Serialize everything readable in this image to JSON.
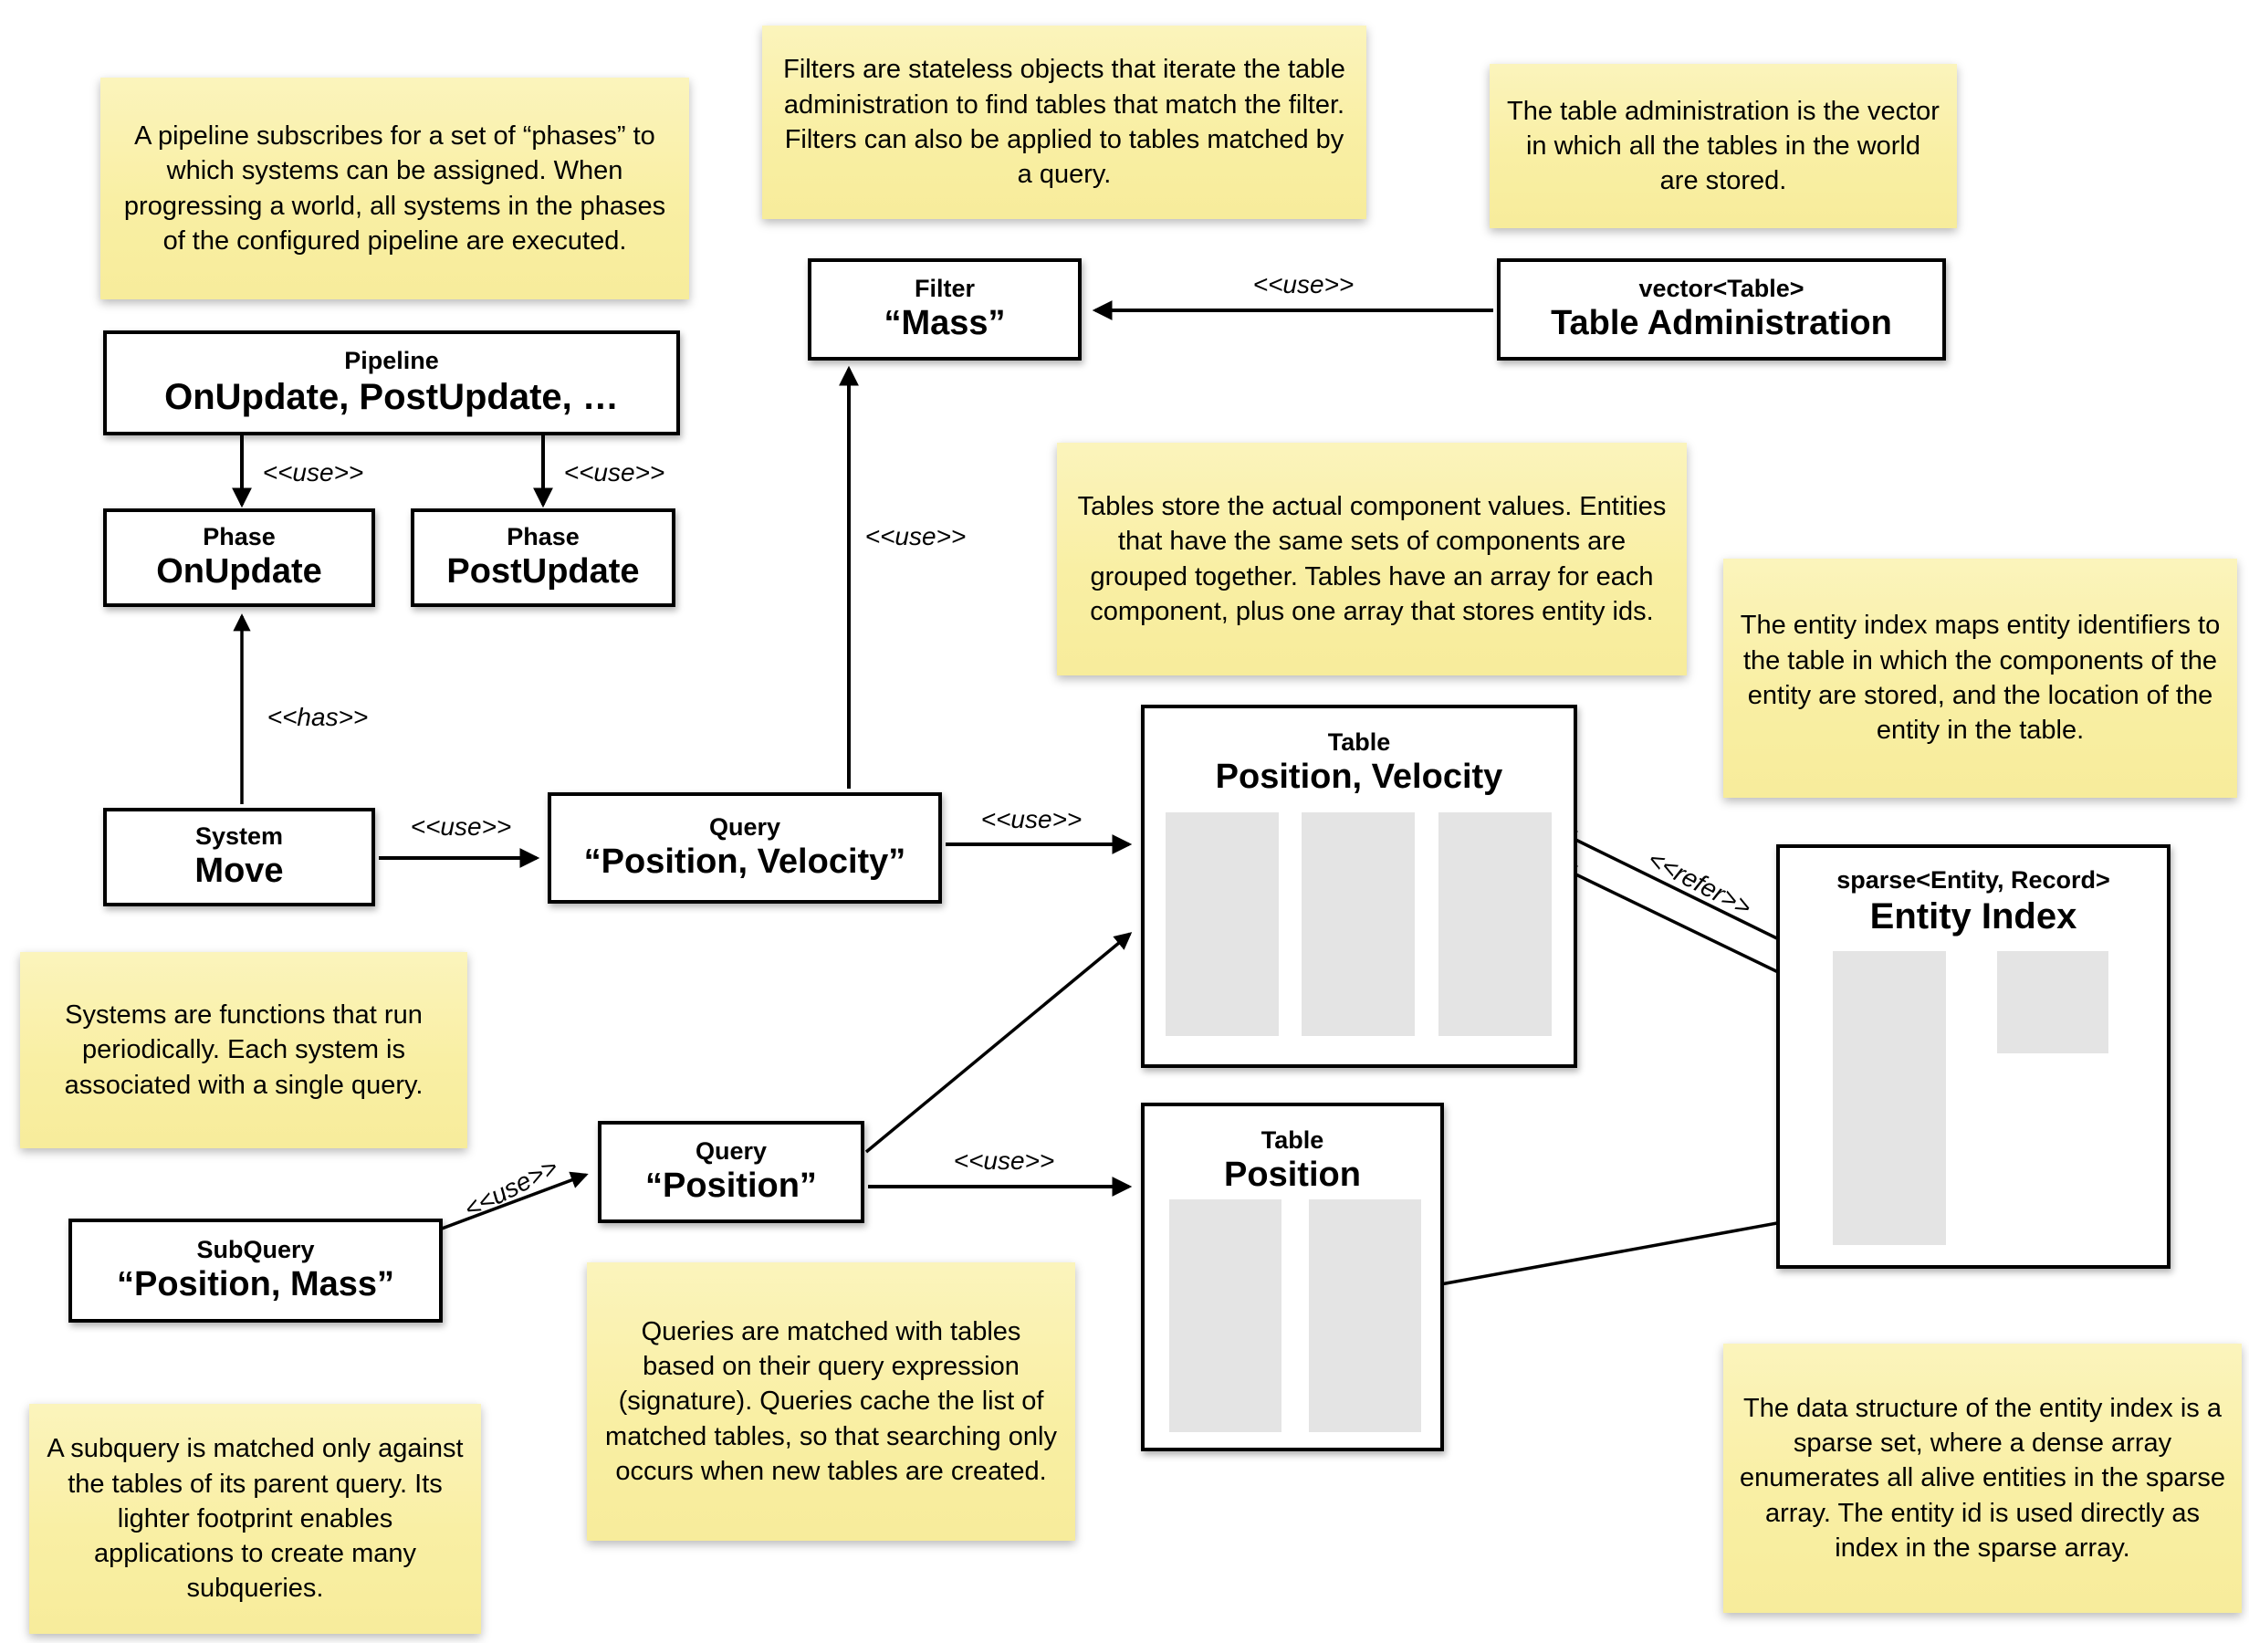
{
  "notes": {
    "pipeline": {
      "text": "A pipeline subscribes for a set of “phases” to which systems can be assigned. When progressing a world, all systems in the phases of the configured pipeline are executed."
    },
    "filters": {
      "text": "Filters are stateless objects that iterate the table administration to find tables that match the filter. Filters can also be applied to tables matched by a query."
    },
    "table_admin": {
      "text": "The table administration is the vector in which all the tables in the world are stored."
    },
    "tables": {
      "text": "Tables store the actual component values. Entities that have the same sets of components are grouped together. Tables have an array for each component, plus one array that stores entity ids."
    },
    "entity_index": {
      "text": "The entity index maps entity identifiers to the table in which the components of the entity are stored, and the location of the entity in the table."
    },
    "systems": {
      "text": "Systems are functions that run periodically. Each system is associated with a single query."
    },
    "queries": {
      "text": "Queries are matched with tables based on their query expression (signature). Queries cache the list of matched tables, so that searching only occurs when new tables are created."
    },
    "subquery": {
      "text": "A subquery is matched only against the tables of its parent query. Its lighter footprint enables applications to create many subqueries."
    },
    "sparse_set": {
      "text": "The data structure of the entity index is a sparse set, where a dense array enumerates all alive entities in the sparse array. The entity id is used directly as index in the sparse array."
    }
  },
  "boxes": {
    "pipeline": {
      "title": "Pipeline",
      "name": "OnUpdate, PostUpdate, …"
    },
    "phase_onupdate": {
      "title": "Phase",
      "name": "OnUpdate"
    },
    "phase_postupdate": {
      "title": "Phase",
      "name": "PostUpdate"
    },
    "filter_mass": {
      "title": "Filter",
      "name": "“Mass”"
    },
    "table_administration": {
      "title": "vector<Table>",
      "name": "Table Administration"
    },
    "system_move": {
      "title": "System",
      "name": "Move"
    },
    "query_position_velocity": {
      "title": "Query",
      "name": "“Position, Velocity”"
    },
    "table_position_velocity": {
      "title": "Table",
      "name": "Position, Velocity"
    },
    "entity_index": {
      "title": "sparse<Entity, Record>",
      "name": "Entity Index"
    },
    "query_position": {
      "title": "Query",
      "name": "“Position”"
    },
    "table_position": {
      "title": "Table",
      "name": "Position"
    },
    "subquery": {
      "title": "SubQuery",
      "name": "“Position, Mass”"
    }
  },
  "edge_labels": {
    "use": "<<use>>",
    "has": "<<has>>",
    "refer": "<<refer>>"
  },
  "colors": {
    "note_background": "#F9EFA4",
    "box_border": "#000000",
    "array_fill": "#E4E4E4",
    "background": "#FFFFFF"
  }
}
